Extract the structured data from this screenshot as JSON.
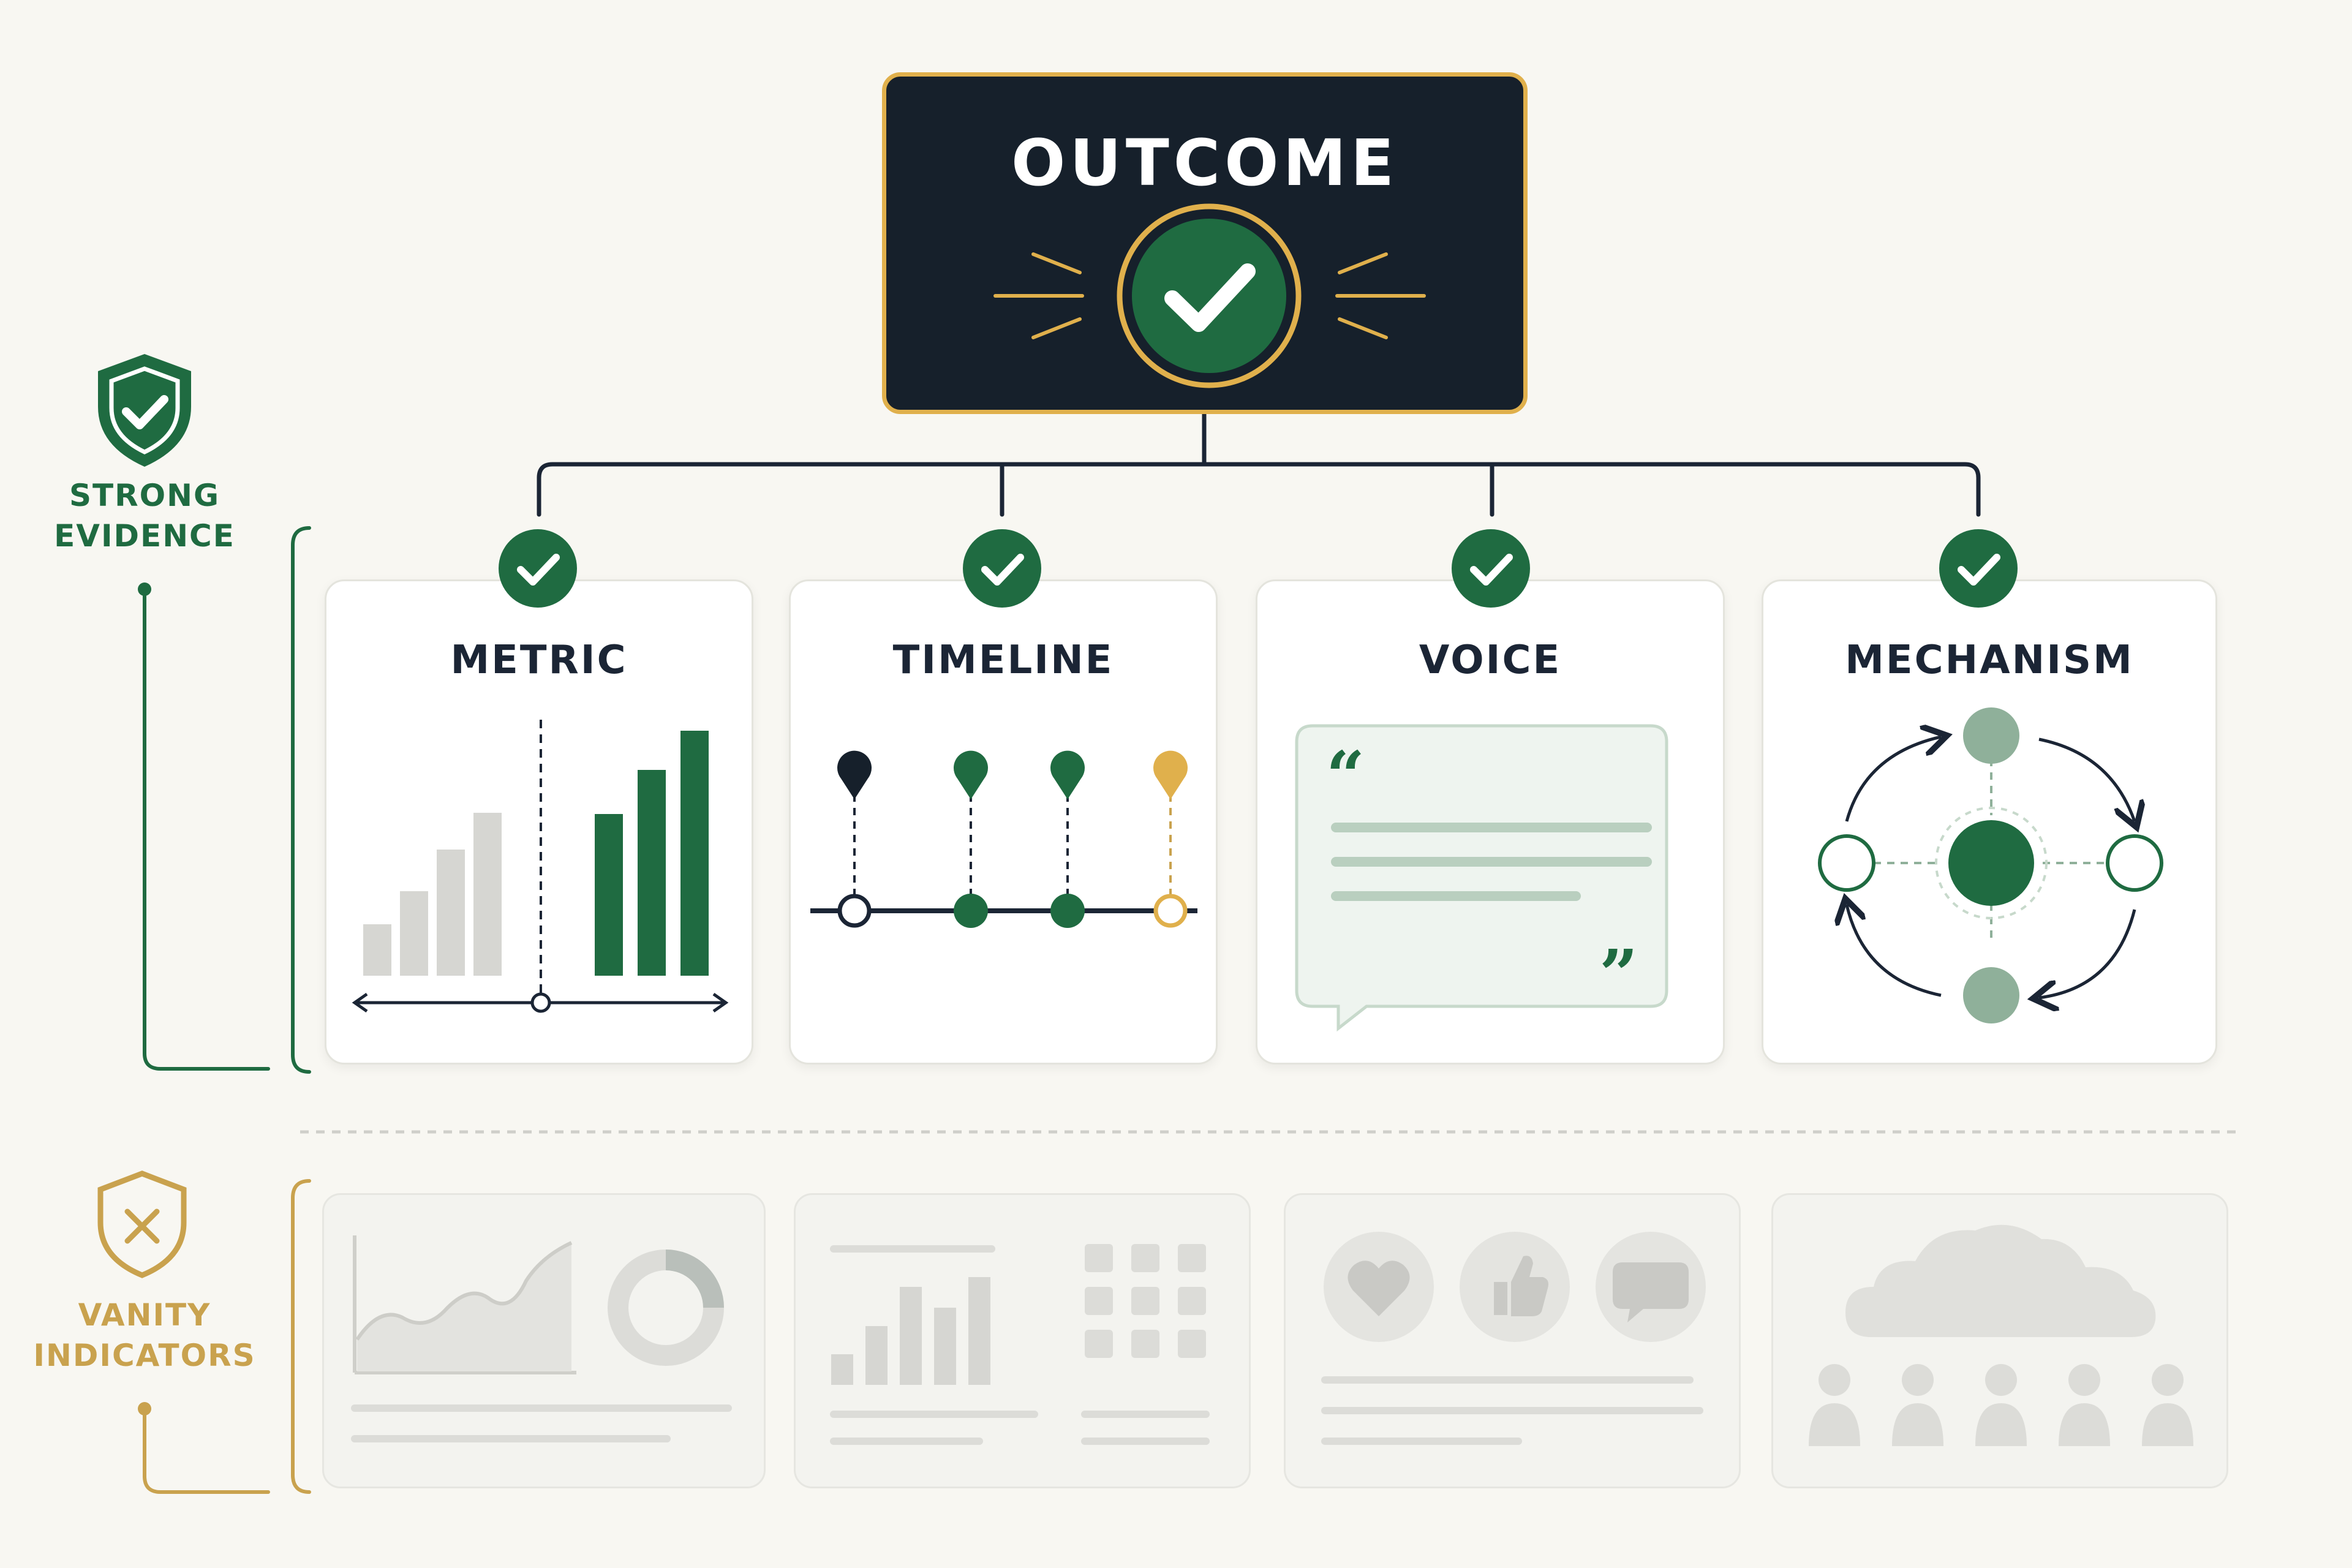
{
  "outcome": {
    "title": "OUTCOME"
  },
  "colors": {
    "navy": "#16202b",
    "gold": "#e0b04c",
    "green": "#1f6b41",
    "sage": "#8fb09a",
    "grey": "#d3d3cf",
    "background": "#f8f7f2"
  },
  "strong_evidence": {
    "label": "STRONG\nEVIDENCE",
    "icon": "shield-check-icon",
    "cards": [
      {
        "title": "METRIC",
        "icon": "check-badge-icon"
      },
      {
        "title": "TIMELINE",
        "icon": "check-badge-icon"
      },
      {
        "title": "VOICE",
        "icon": "check-badge-icon"
      },
      {
        "title": "MECHANISM",
        "icon": "check-badge-icon"
      }
    ]
  },
  "vanity_indicators": {
    "label": "VANITY\nINDICATORS",
    "icon": "shield-x-icon",
    "cards": [
      {
        "name": "trend-chart-card",
        "icons": [
          "area-chart-icon",
          "donut-chart-icon"
        ]
      },
      {
        "name": "dashboard-card",
        "icons": [
          "bar-chart-icon",
          "tile-grid-icon"
        ]
      },
      {
        "name": "social-reactions-card",
        "icons": [
          "heart-icon",
          "thumbs-up-icon",
          "chat-bubble-icon"
        ]
      },
      {
        "name": "audience-card",
        "icons": [
          "cloud-icon",
          "people-icon"
        ]
      }
    ]
  }
}
